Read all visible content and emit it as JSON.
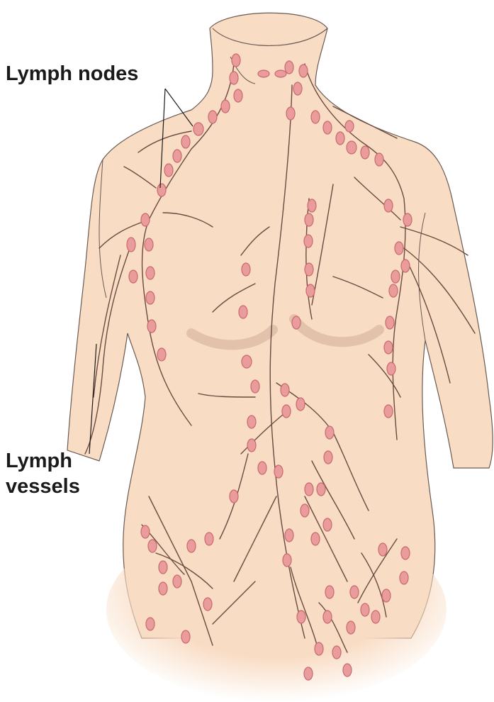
{
  "labels": {
    "lymph_nodes": "Lymph nodes",
    "lymph_vessels_line1": "Lymph",
    "lymph_vessels_line2": "vessels"
  },
  "colors": {
    "skin": "#f9dcc4",
    "skin_shadow": "#f3c7a8",
    "outline": "#6a5a52",
    "vessel": "#6b4a40",
    "node_fill": "#ea9b9b",
    "node_stroke": "#c96a6f",
    "breast_shadow": "#d9b7a0",
    "leader_line": "#1a1a1a"
  }
}
